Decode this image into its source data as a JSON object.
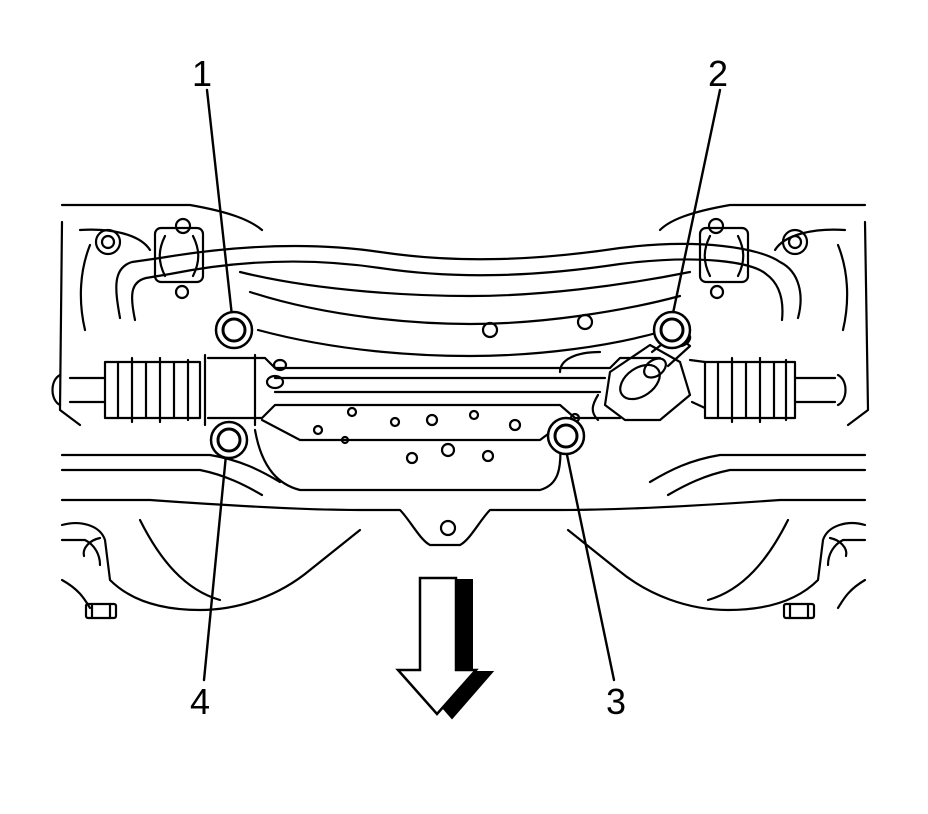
{
  "callouts": {
    "c1": "1",
    "c2": "2",
    "c3": "3",
    "c4": "4"
  },
  "colors": {
    "line": "#000000",
    "background": "#ffffff"
  },
  "icons": {
    "direction": "down-arrow-icon",
    "bolt": "bolt-icon"
  }
}
